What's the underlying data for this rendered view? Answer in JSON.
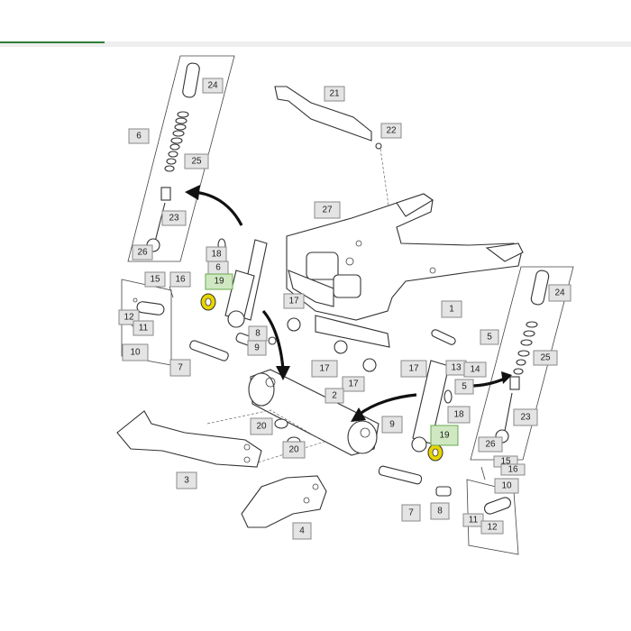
{
  "colors": {
    "accent": "#2e7d32",
    "highlight_fill": "#cfe8c2",
    "highlight_part": "#e8d400"
  },
  "callouts": [
    {
      "id": "c21",
      "text": "21"
    },
    {
      "id": "c22",
      "text": "22"
    },
    {
      "id": "c24a",
      "text": "24"
    },
    {
      "id": "c6a",
      "text": "6"
    },
    {
      "id": "c25a",
      "text": "25"
    },
    {
      "id": "c23a",
      "text": "23"
    },
    {
      "id": "c26a",
      "text": "26"
    },
    {
      "id": "c27",
      "text": "27"
    },
    {
      "id": "c18a",
      "text": "18"
    },
    {
      "id": "c6b",
      "text": "6"
    },
    {
      "id": "c19a",
      "text": "19"
    },
    {
      "id": "c15a",
      "text": "15"
    },
    {
      "id": "c16a",
      "text": "16"
    },
    {
      "id": "c12a",
      "text": "12"
    },
    {
      "id": "c11a",
      "text": "11"
    },
    {
      "id": "c10a",
      "text": "10"
    },
    {
      "id": "c17a",
      "text": "17"
    },
    {
      "id": "c8a",
      "text": "8"
    },
    {
      "id": "c9a",
      "text": "9"
    },
    {
      "id": "c7a",
      "text": "7"
    },
    {
      "id": "c17b",
      "text": "17"
    },
    {
      "id": "c17c",
      "text": "17"
    },
    {
      "id": "c2",
      "text": "2"
    },
    {
      "id": "c17d",
      "text": "17"
    },
    {
      "id": "c1",
      "text": "1"
    },
    {
      "id": "c13",
      "text": "13"
    },
    {
      "id": "c14",
      "text": "14"
    },
    {
      "id": "c5a",
      "text": "5"
    },
    {
      "id": "c5b",
      "text": "5"
    },
    {
      "id": "c24b",
      "text": "24"
    },
    {
      "id": "c25b",
      "text": "25"
    },
    {
      "id": "c20a",
      "text": "20"
    },
    {
      "id": "c20b",
      "text": "20"
    },
    {
      "id": "c18b",
      "text": "18"
    },
    {
      "id": "c9b",
      "text": "9"
    },
    {
      "id": "c19b",
      "text": "19"
    },
    {
      "id": "c23b",
      "text": "23"
    },
    {
      "id": "c26b",
      "text": "26"
    },
    {
      "id": "c3",
      "text": "3"
    },
    {
      "id": "c15b",
      "text": "15"
    },
    {
      "id": "c16b",
      "text": "16"
    },
    {
      "id": "c10b",
      "text": "10"
    },
    {
      "id": "c4",
      "text": "4"
    },
    {
      "id": "c7b",
      "text": "7"
    },
    {
      "id": "c8b",
      "text": "8"
    },
    {
      "id": "c11b",
      "text": "11"
    },
    {
      "id": "c12b",
      "text": "12"
    }
  ]
}
